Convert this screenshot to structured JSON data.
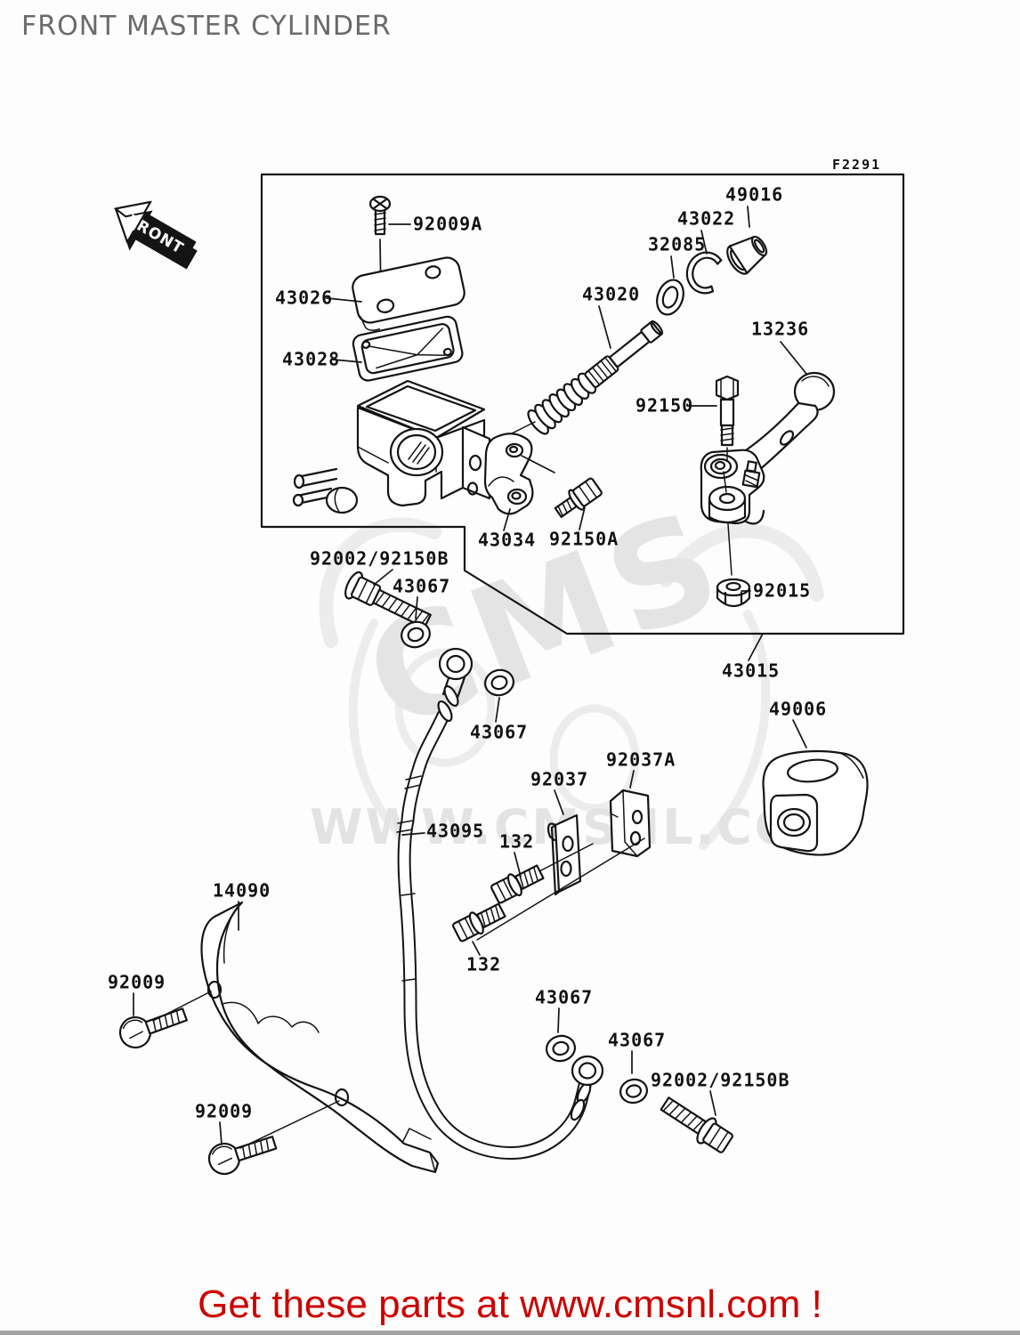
{
  "page": {
    "title": "FRONT MASTER CYLINDER",
    "footer_text": "Get these parts at www.cmsnl.com !",
    "footer_color": "#cc0000",
    "background": "#fdfdfd",
    "line_color": "#141414"
  },
  "front_arrow": {
    "label": "FRONT"
  },
  "diagram": {
    "code": "F2291"
  },
  "watermark": {
    "brand": "CMS",
    "site": "WWW.CMSNL.COM",
    "color": "#e4e4e4"
  },
  "labels": [
    {
      "id": "screw-92009a",
      "text": "92009A"
    },
    {
      "id": "cap-43026",
      "text": "43026"
    },
    {
      "id": "gasket-43028",
      "text": "43028"
    },
    {
      "id": "piston-43020",
      "text": "43020"
    },
    {
      "id": "washer-32085",
      "text": "32085"
    },
    {
      "id": "circlip-43022",
      "text": "43022"
    },
    {
      "id": "boot-49016",
      "text": "49016"
    },
    {
      "id": "lever-13236",
      "text": "13236"
    },
    {
      "id": "bolt-92150",
      "text": "92150"
    },
    {
      "id": "clamp-43034",
      "text": "43034"
    },
    {
      "id": "bolt-92150a",
      "text": "92150A"
    },
    {
      "id": "nut-92015",
      "text": "92015"
    },
    {
      "id": "assembly-43015",
      "text": "43015"
    },
    {
      "id": "banjo-bolt-top",
      "text": "92002/92150B"
    },
    {
      "id": "washer-43067-top",
      "text": "43067"
    },
    {
      "id": "washer-43067-mid",
      "text": "43067"
    },
    {
      "id": "clamp-92037",
      "text": "92037"
    },
    {
      "id": "clamp-92037a",
      "text": "92037A"
    },
    {
      "id": "holder-49006",
      "text": "49006"
    },
    {
      "id": "hose-43095",
      "text": "43095"
    },
    {
      "id": "bolt-132-upper",
      "text": "132"
    },
    {
      "id": "bolt-132-lower",
      "text": "132"
    },
    {
      "id": "guard-14090",
      "text": "14090"
    },
    {
      "id": "bolt-92009-upper",
      "text": "92009"
    },
    {
      "id": "bolt-92009-lower",
      "text": "92009"
    },
    {
      "id": "washer-43067-low1",
      "text": "43067"
    },
    {
      "id": "washer-43067-low2",
      "text": "43067"
    },
    {
      "id": "banjo-bolt-lower",
      "text": "92002/92150B"
    }
  ]
}
